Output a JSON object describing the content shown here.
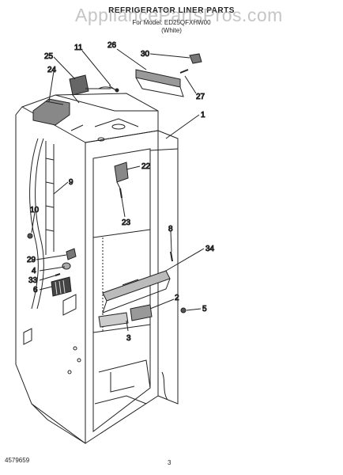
{
  "header": {
    "title": "REFRIGERATOR LINER PARTS",
    "model_line": "For Model: ED25QFXHW00",
    "color_line": "(White)"
  },
  "watermark": "AppliancePartsPros.com",
  "callouts": [
    "30",
    "26",
    "11",
    "25",
    "24",
    "27",
    "1",
    "22",
    "9",
    "10",
    "23",
    "8",
    "34",
    "29",
    "4",
    "33",
    "6",
    "2",
    "5",
    "3"
  ],
  "footer": {
    "doc_number": "4579659",
    "page_number": "3"
  }
}
